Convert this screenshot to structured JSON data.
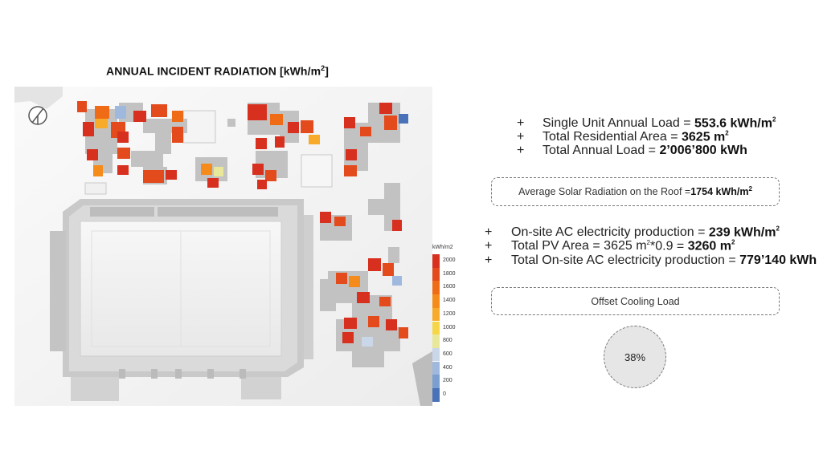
{
  "title": {
    "text": "ANNUAL INCIDENT RADIATION [kWh/m",
    "sup": "2",
    "close": "]"
  },
  "legend": {
    "unit": "kWh/m2",
    "stops": [
      {
        "label": "2000",
        "color": "#d7301f"
      },
      {
        "label": "1800",
        "color": "#e34a1c"
      },
      {
        "label": "1600",
        "color": "#ef6b15"
      },
      {
        "label": "1400",
        "color": "#f58b1a"
      },
      {
        "label": "1200",
        "color": "#f8ab2a"
      },
      {
        "label": "1000",
        "color": "#f6d646"
      },
      {
        "label": "800",
        "color": "#e9e89a"
      },
      {
        "label": "600",
        "color": "#c9d7e8"
      },
      {
        "label": "400",
        "color": "#9fb9de"
      },
      {
        "label": "200",
        "color": "#7a9fd0"
      },
      {
        "label": "0",
        "color": "#4a72b8"
      }
    ]
  },
  "block1": [
    {
      "bullet": "+",
      "label": "Single Unit Annual Load = ",
      "value": "553.6 kWh/m",
      "sup": "2"
    },
    {
      "bullet": "+",
      "label": "Total Residential Area  = ",
      "value": "3625 m",
      "sup": "2"
    },
    {
      "bullet": "+",
      "label": "Total Annual Load = ",
      "value": "2’006’800 kWh",
      "sup": ""
    }
  ],
  "solar_box": {
    "label": "Average Solar Radiation on the Roof = ",
    "value": "1754 kWh/m",
    "sup": "2"
  },
  "block2": {
    "row1": {
      "bullet": "+",
      "label": "On-site AC electricity production  = ",
      "value": "239 kWh/m",
      "sup": "2"
    },
    "row2": {
      "bullet": "+",
      "label_a": "Total PV Area = 3625 m",
      "sup_a": "2",
      "label_b": "*0.9 = ",
      "value": "3260 m",
      "sup": "2"
    },
    "row3": {
      "bullet": "+",
      "label": "Total On-site AC electricity production  = ",
      "value": "779’140 kWh"
    }
  },
  "cooling_box": {
    "label": "Offset Cooling Load"
  },
  "percent": {
    "value": "38%"
  }
}
